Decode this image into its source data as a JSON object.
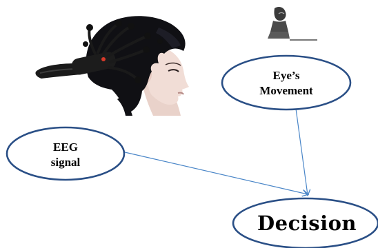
{
  "nodes": {
    "eye_movement": {
      "line1": "Eye’s",
      "line2": "Movement"
    },
    "eeg_signal": {
      "line1": "EEG",
      "line2": "signal"
    },
    "decision": {
      "label": "Decision"
    }
  },
  "images": {
    "headset_person": "woman-wearing-eeg-headset",
    "small_figure": "person-figure-icon"
  },
  "colors": {
    "ellipse_stroke": "#2a4f86",
    "arrow": "#4a86c8",
    "headset": "#1a1a1a",
    "hair": "#101014",
    "skin": "#f0ddd6"
  }
}
